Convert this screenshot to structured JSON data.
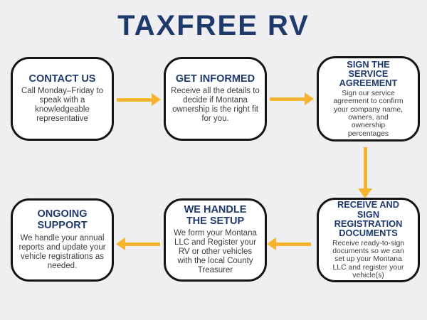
{
  "page": {
    "title": "TAXFREE RV"
  },
  "colors": {
    "background": "#efeef0",
    "navy": "#1e3a6d",
    "arrow": "#f5b32e",
    "body_text": "#3d3d3d",
    "box_border": "#141414",
    "box_fill": "#ffffff"
  },
  "steps": [
    {
      "heading": "CONTACT US",
      "body": "Call Monday–Friday to speak with a knowledgeable representative"
    },
    {
      "heading": "GET INFORMED",
      "body": "Receive all the details to decide if Montana ownership is the right fit for you."
    },
    {
      "heading": "SIGN THE SERVICE AGREEMENT",
      "body": "Sign our service agreement to confirm your company name, owners, and ownership percentages"
    },
    {
      "heading": "RECEIVE AND SIGN REGISTRATION DOCUMENTS",
      "body": "Receive ready-to-sign documents so we can set up your Montana LLC and register your vehicle(s)"
    },
    {
      "heading": "WE HANDLE THE SETUP",
      "body": "We form your Montana LLC and Register your RV or other vehicles with the local County Treasurer"
    },
    {
      "heading": "ONGOING SUPPORT",
      "body": "We handle your annual reports and update your vehicle registrations as needed."
    }
  ]
}
